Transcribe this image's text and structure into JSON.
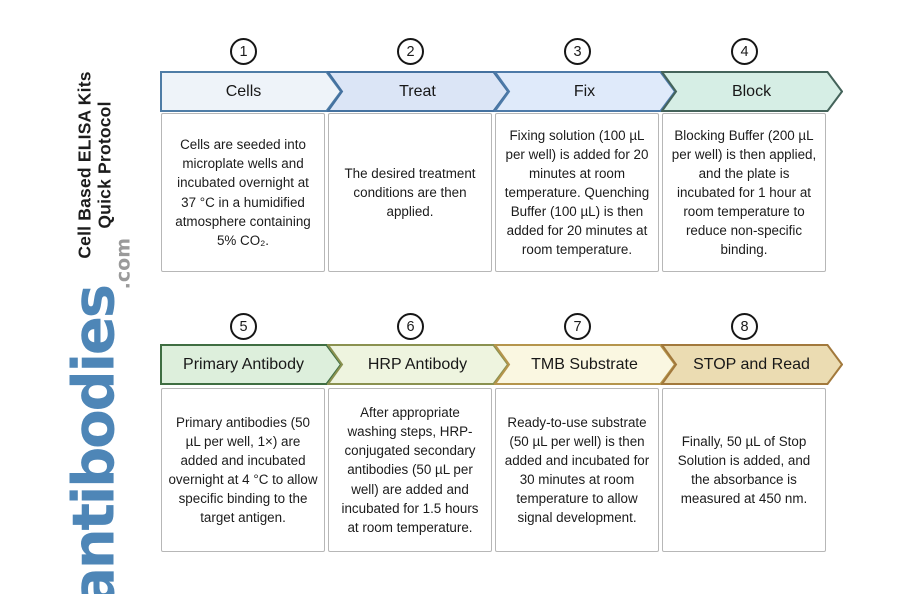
{
  "sidebar": {
    "title_line1": "Cell Based ELISA Kits",
    "title_line2": "Quick Protocol",
    "brand": "antibodies",
    "brand_tld": ".com",
    "brand_color": "#4e86b7",
    "tld_color": "#9a9a9a"
  },
  "steps": [
    {
      "num": "1",
      "title": "Cells",
      "fill": "#eef3f9",
      "border": "#4e7ca6",
      "desc": "Cells are seeded into microplate wells and incubated overnight at 37 °C in a humidified atmosphere containing 5% CO₂."
    },
    {
      "num": "2",
      "title": "Treat",
      "fill": "#dbe5f6",
      "border": "#44719f",
      "desc": "The desired treatment conditions are then applied."
    },
    {
      "num": "3",
      "title": "Fix",
      "fill": "#dfeafa",
      "border": "#4d7aa8",
      "desc": "Fixing solution (100 µL per well) is added for 20 minutes at room temperature. Quenching Buffer (100 µL) is then added for 20 minutes at room temperature."
    },
    {
      "num": "4",
      "title": "Block",
      "fill": "#d6eee5",
      "border": "#44635a",
      "desc": "Blocking Buffer (200 µL per well) is then applied, and the plate is incubated for 1 hour at room temperature to reduce non-specific binding."
    },
    {
      "num": "5",
      "title": "Primary Antibody",
      "fill": "#ddefdc",
      "border": "#3f6e42",
      "desc": "Primary antibodies (50 µL per well, 1×) are added and incubated overnight at 4 °C to allow specific binding to the target antigen."
    },
    {
      "num": "6",
      "title": "HRP Antibody",
      "fill": "#eef4df",
      "border": "#8a9150",
      "desc": "After appropriate washing steps, HRP-conjugated secondary antibodies (50 µL per well) are added and incubated for 1.5 hours at room temperature."
    },
    {
      "num": "7",
      "title": "TMB Substrate",
      "fill": "#faf7e1",
      "border": "#b5954c",
      "desc": "Ready-to-use substrate (50 µL per well) is then added and incubated for 30 minutes at room temperature to allow signal development."
    },
    {
      "num": "8",
      "title": "STOP and Read",
      "fill": "#ebdcb2",
      "border": "#a2793c",
      "desc": "Finally, 50 µL of Stop Solution is added, and the absorbance is measured at 450 nm."
    }
  ]
}
